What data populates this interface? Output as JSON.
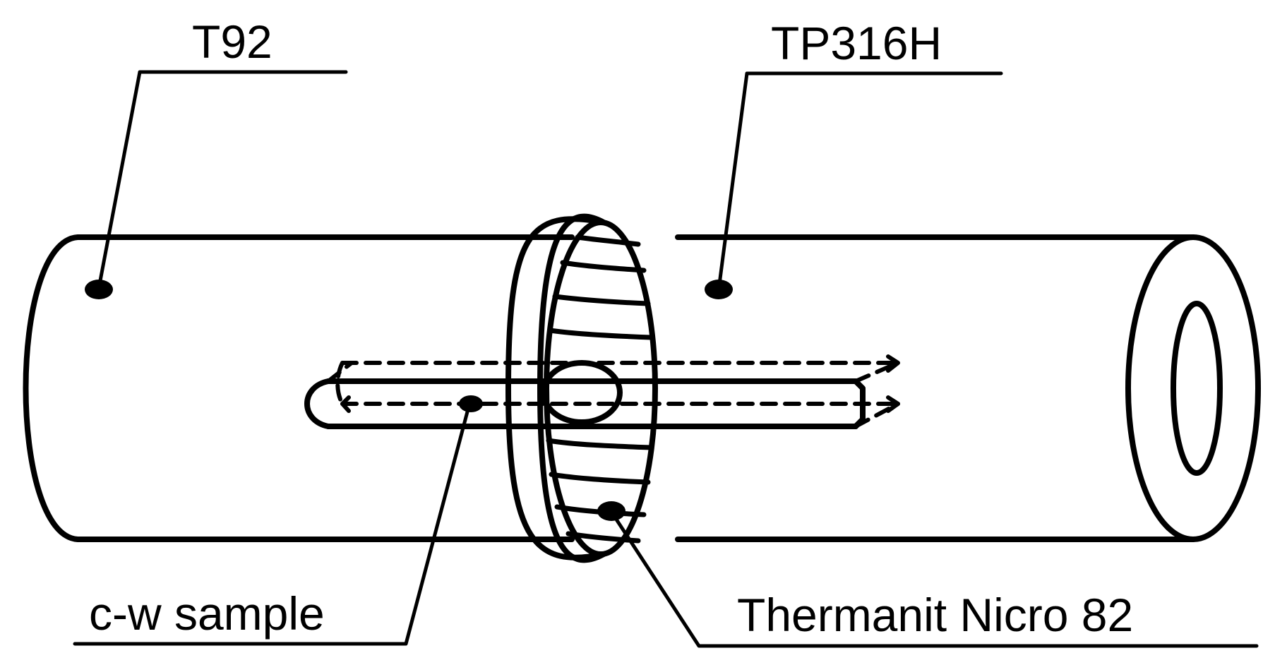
{
  "diagram": {
    "labels": {
      "t92": "T92",
      "tp316h": "TP316H",
      "cw_sample": "c-w sample",
      "thermanit": "Thermanit Nicro 82"
    },
    "colors": {
      "stroke": "#000000",
      "background": "#ffffff"
    }
  }
}
